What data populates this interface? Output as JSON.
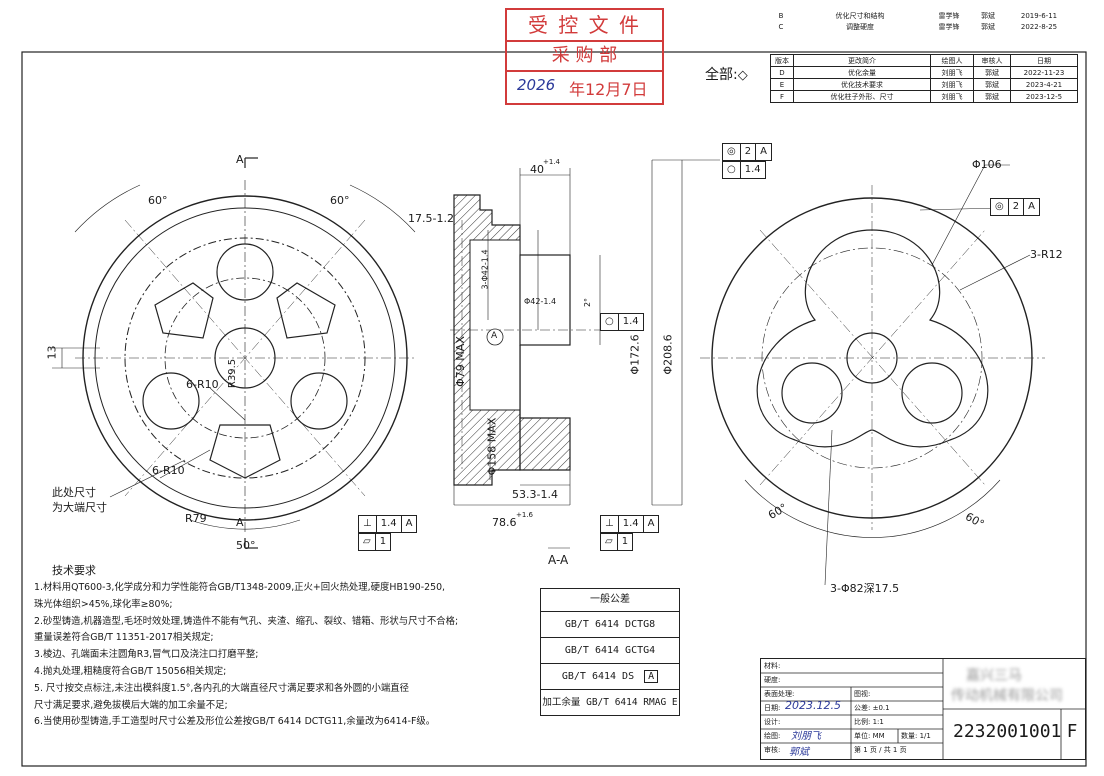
{
  "stamp": {
    "title": "受 控 文 件",
    "dept": "采 购 部",
    "date_hand": "2026",
    "date_print": "年12月7日"
  },
  "full_roughness": "全部:",
  "revisions_top": [
    {
      "ver": "B",
      "desc": "优化尺寸和结构",
      "drawn": "雷学锋",
      "checked": "郭斌",
      "date": "2019-6-11"
    },
    {
      "ver": "C",
      "desc": "调整硬度",
      "drawn": "雷学锋",
      "checked": "郭斌",
      "date": "2022-8-25"
    }
  ],
  "revisions_header": {
    "ver": "版本",
    "desc": "更改简介",
    "drawn": "绘图人",
    "checked": "审核人",
    "date": "日期"
  },
  "revisions": [
    {
      "ver": "D",
      "desc": "优化余量",
      "drawn": "刘朋飞",
      "checked": "郭斌",
      "date": "2022-11-23"
    },
    {
      "ver": "E",
      "desc": "优化技术要求",
      "drawn": "刘朋飞",
      "checked": "郭斌",
      "date": "2023-4-21"
    },
    {
      "ver": "F",
      "desc": "优化柱子外形、尺寸",
      "drawn": "刘朋飞",
      "checked": "郭斌",
      "date": "2023-12-5"
    }
  ],
  "left_view": {
    "section_mark_top": "A",
    "section_mark_bottom": "A",
    "dim_60_left": "60°",
    "dim_60_right": "60°",
    "dim_13": "13",
    "dim_r39": "R39.5",
    "dim_6r10_a": "6-R10",
    "dim_6r10_b": "6-R10",
    "dim_r79": "R79",
    "dim_50": "50°",
    "note_line1": "此处尺寸",
    "note_line2": "为大端尺寸"
  },
  "section_view": {
    "title": "A-A",
    "dim_40": "40",
    "dim_40_tol": "+1.4",
    "dim_17_5": "17.5-1.2",
    "dim_3phi42": "3-Φ42-1.4",
    "dim_phi42": "Φ42-1.4",
    "dim_2deg": "2°",
    "dim_phi79": "Φ79 MAX",
    "dim_phi158": "Φ158 MAX",
    "dim_172": "Φ172.6",
    "dim_208": "Φ208.6",
    "dim_53": "53.3-1.4",
    "dim_78": "78.6",
    "dim_78_tol": "+1.6",
    "datum": "A",
    "fcf_top1": [
      "◎",
      "2",
      "A"
    ],
    "fcf_top2": [
      "○",
      "1.4"
    ],
    "fcf_mid": [
      "○",
      "1.4"
    ],
    "fcf_bl1": [
      "⊥",
      "1.4",
      "A"
    ],
    "fcf_bl2": [
      "▱",
      "1"
    ],
    "fcf_br1": [
      "⊥",
      "1.4",
      "A"
    ],
    "fcf_br2": [
      "▱",
      "1"
    ]
  },
  "right_view": {
    "dim_phi106": "Φ106",
    "fcf": [
      "◎",
      "2",
      "A"
    ],
    "dim_r12": "3-R12",
    "dim_60_left": "60°",
    "dim_60_right": "60°",
    "dim_holes": "3-Φ82深17.5"
  },
  "tech_req": {
    "title": "技术要求",
    "lines": [
      "1.材料用QT600-3,化学成分和力学性能符合GB/T1348-2009,正火+回火热处理,硬度HB190-250,",
      "珠光体组织>45%,球化率≥80%;",
      "2.砂型铸造,机器造型,毛坯时效处理,铸造件不能有气孔、夹渣、缩孔、裂纹、错箱、形状与尺寸不合格;",
      "重量误差符合GB/T 11351-2017相关规定;",
      "3.棱边、孔端面未注圆角R3,冒气口及浇注口打磨平整;",
      "4.抛丸处理,粗糙度符合GB/T 15056相关规定;",
      "5. 尺寸按交点标注,未注出模斜度1.5°,各内孔的大端直径尺寸满足要求和各外圆的小端直径",
      "尺寸满足要求,避免拔模后大端的加工余量不足;",
      "6.当使用砂型铸造,手工造型时尺寸公差及形位公差按GB/T 6414 DCTG11,余量改为6414-F级。"
    ]
  },
  "general_tol": {
    "title": "一般公差",
    "rows": [
      "GB/T 6414 DCTG8",
      "GB/T 6414 GCTG4",
      "GB/T 6414 DS",
      "加工余量 GB/T 6414 RMAG E"
    ],
    "ds_box": "A"
  },
  "title_block": {
    "material": "材料:",
    "hardness": "硬度:",
    "surface": "表面处理:",
    "drawing": "图视:",
    "date_label": "日期:",
    "date_value": "2023.12.5",
    "tolerance": "公差: ±0.1",
    "design": "设计:",
    "scale": "比例: 1:1",
    "draw": "绘图:",
    "unit": "单位: MM",
    "qty": "数量: 1/1",
    "review": "审核:",
    "sheet": "第  1  页 / 共  1  页",
    "company_blur1": "嘉兴三马",
    "company_blur2": "传动机械有限公司",
    "part_no": "2232001001",
    "rev": "F"
  }
}
